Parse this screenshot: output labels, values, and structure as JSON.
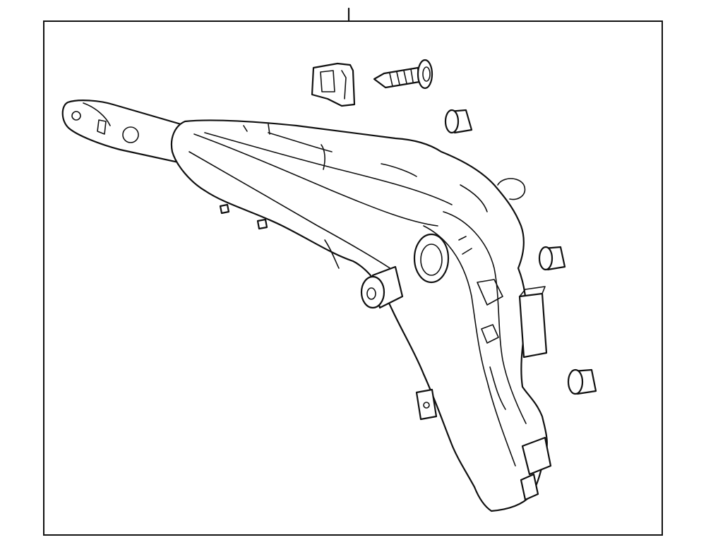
{
  "diagram": {
    "type": "exploded-parts-diagram",
    "background": "#ffffff",
    "line_color": "#111111",
    "parts": [
      {
        "name": "lamp-housing"
      },
      {
        "name": "mounting-bracket"
      },
      {
        "name": "clip-retainer"
      },
      {
        "name": "mounting-screw"
      },
      {
        "name": "grommet"
      },
      {
        "name": "grommet"
      },
      {
        "name": "grommet"
      }
    ]
  }
}
